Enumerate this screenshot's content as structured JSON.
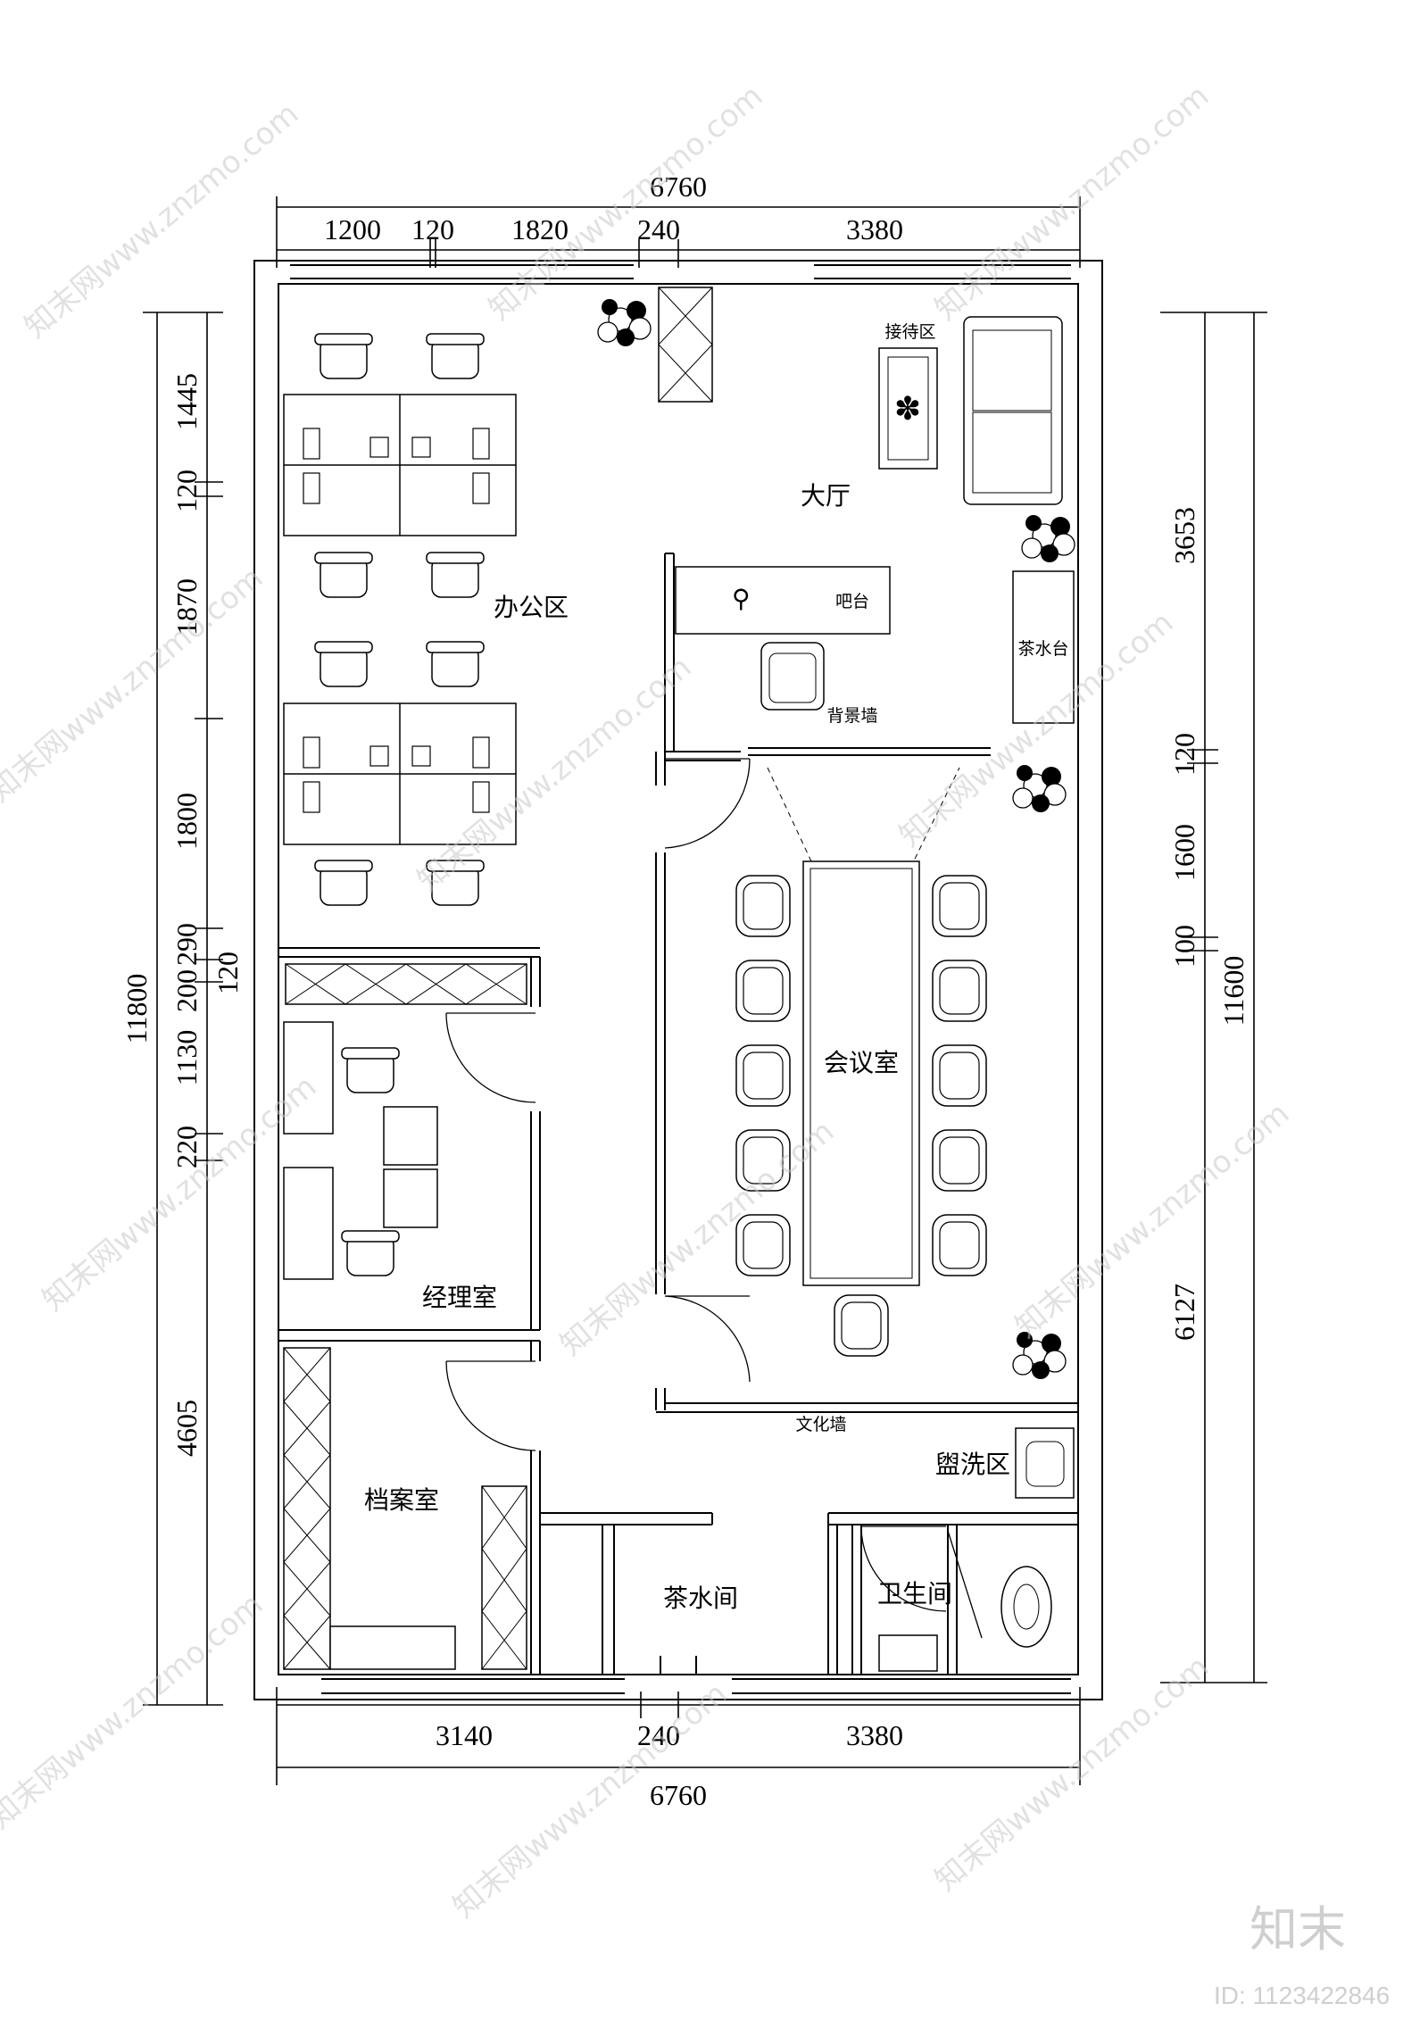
{
  "dimensions": {
    "top_total": "6760",
    "top_segments": [
      "1200",
      "120",
      "1820",
      "240",
      "3380"
    ],
    "bottom_segments": [
      "3140",
      "240",
      "3380"
    ],
    "bottom_total": "6760",
    "left_total": "11800",
    "left_segments": [
      "1445",
      "120",
      "1870",
      "1800",
      "290",
      "200",
      "120",
      "1130",
      "220",
      "4605"
    ],
    "right_total": "11600",
    "right_segments": [
      "3653",
      "120",
      "1600",
      "100",
      "6127"
    ]
  },
  "rooms": {
    "reception": "接待区",
    "hall": "大厅",
    "office": "办公区",
    "bar": "吧台",
    "tea_counter": "茶水台",
    "background_wall": "背景墙",
    "meeting": "会议室",
    "manager": "经理室",
    "archive": "档案室",
    "culture_wall": "文化墙",
    "washing": "盥洗区",
    "pantry": "茶水间",
    "toilet": "卫生间"
  },
  "watermark": {
    "text": "知末网www.znzmo.com",
    "brand": "知末",
    "id": "ID: 1123422846"
  }
}
